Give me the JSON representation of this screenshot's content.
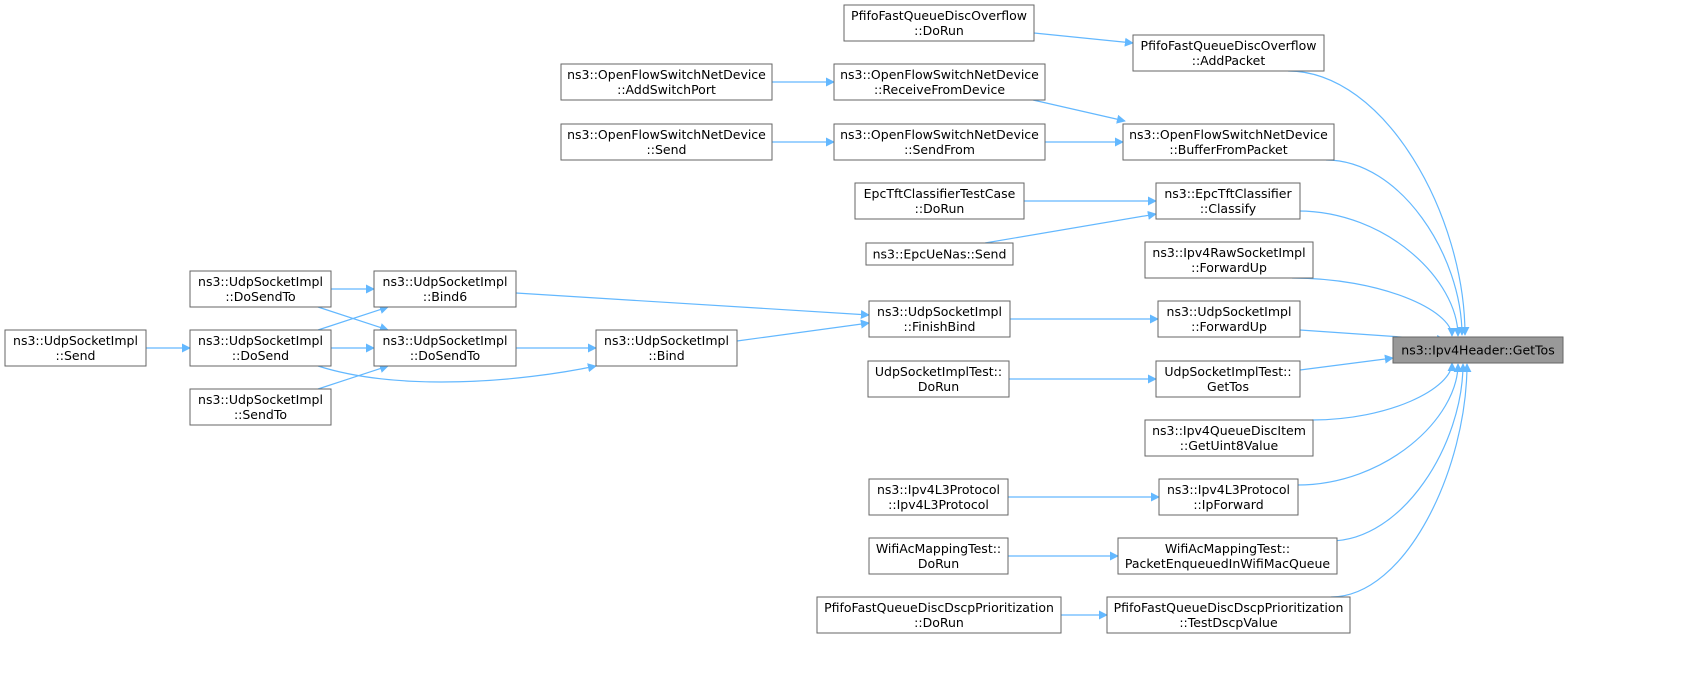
{
  "colors": {
    "edge": "#63b8ff",
    "node_border": "#666666",
    "node_fill": "#ffffff",
    "root_fill": "#999999",
    "text": "#000000"
  },
  "nodes": [
    {
      "id": "root",
      "lines": [
        "ns3::Ipv4Header::GetTos"
      ],
      "root": true
    },
    {
      "id": "pfifoOverflowAdd",
      "lines": [
        "PfifoFastQueueDiscOverflow",
        "::AddPacket"
      ]
    },
    {
      "id": "pfifoOverflowRun",
      "lines": [
        "PfifoFastQueueDiscOverflow",
        "::DoRun"
      ]
    },
    {
      "id": "ofBuffer",
      "lines": [
        "ns3::OpenFlowSwitchNetDevice",
        "::BufferFromPacket"
      ]
    },
    {
      "id": "ofReceive",
      "lines": [
        "ns3::OpenFlowSwitchNetDevice",
        "::ReceiveFromDevice"
      ]
    },
    {
      "id": "ofAddPort",
      "lines": [
        "ns3::OpenFlowSwitchNetDevice",
        "::AddSwitchPort"
      ]
    },
    {
      "id": "ofSendFrom",
      "lines": [
        "ns3::OpenFlowSwitchNetDevice",
        "::SendFrom"
      ]
    },
    {
      "id": "ofSend",
      "lines": [
        "ns3::OpenFlowSwitchNetDevice",
        "::Send"
      ]
    },
    {
      "id": "epcClassify",
      "lines": [
        "ns3::EpcTftClassifier",
        "::Classify"
      ]
    },
    {
      "id": "epcTestRun",
      "lines": [
        "EpcTftClassifierTestCase",
        "::DoRun"
      ]
    },
    {
      "id": "epcUeSend",
      "lines": [
        "ns3::EpcUeNas::Send"
      ]
    },
    {
      "id": "rawForward",
      "lines": [
        "ns3::Ipv4RawSocketImpl",
        "::ForwardUp"
      ]
    },
    {
      "id": "udpForward",
      "lines": [
        "ns3::UdpSocketImpl",
        "::ForwardUp"
      ]
    },
    {
      "id": "udpFinishBind",
      "lines": [
        "ns3::UdpSocketImpl",
        "::FinishBind"
      ]
    },
    {
      "id": "udpBind6",
      "lines": [
        "ns3::UdpSocketImpl",
        "::Bind6"
      ]
    },
    {
      "id": "udpBind",
      "lines": [
        "ns3::UdpSocketImpl",
        "::Bind"
      ]
    },
    {
      "id": "udpDoSendToA",
      "lines": [
        "ns3::UdpSocketImpl",
        "::DoSendTo"
      ]
    },
    {
      "id": "udpDoSendToB",
      "lines": [
        "ns3::UdpSocketImpl",
        "::DoSendTo"
      ]
    },
    {
      "id": "udpDoSend",
      "lines": [
        "ns3::UdpSocketImpl",
        "::DoSend"
      ]
    },
    {
      "id": "udpSendTo",
      "lines": [
        "ns3::UdpSocketImpl",
        "::SendTo"
      ]
    },
    {
      "id": "udpSend",
      "lines": [
        "ns3::UdpSocketImpl",
        "::Send"
      ]
    },
    {
      "id": "udpTestGetTos",
      "lines": [
        "UdpSocketImplTest::",
        "GetTos"
      ]
    },
    {
      "id": "udpTestRun",
      "lines": [
        "UdpSocketImplTest::",
        "DoRun"
      ]
    },
    {
      "id": "queueItem",
      "lines": [
        "ns3::Ipv4QueueDiscItem",
        "::GetUint8Value"
      ]
    },
    {
      "id": "ipForward",
      "lines": [
        "ns3::Ipv4L3Protocol",
        "::IpForward"
      ]
    },
    {
      "id": "ipCtor",
      "lines": [
        "ns3::Ipv4L3Protocol",
        "::Ipv4L3Protocol"
      ]
    },
    {
      "id": "wifiEnqueued",
      "lines": [
        "WifiAcMappingTest::",
        "PacketEnqueuedInWifiMacQueue"
      ]
    },
    {
      "id": "wifiRun",
      "lines": [
        "WifiAcMappingTest::",
        "DoRun"
      ]
    },
    {
      "id": "pfifoDscpTest",
      "lines": [
        "PfifoFastQueueDiscDscpPrioritization",
        "::TestDscpValue"
      ]
    },
    {
      "id": "pfifoDscpRun",
      "lines": [
        "PfifoFastQueueDiscDscpPrioritization",
        "::DoRun"
      ]
    }
  ],
  "edges": [
    {
      "from": "pfifoOverflowAdd",
      "to": "root"
    },
    {
      "from": "ofBuffer",
      "to": "root"
    },
    {
      "from": "epcClassify",
      "to": "root"
    },
    {
      "from": "rawForward",
      "to": "root"
    },
    {
      "from": "udpForward",
      "to": "root"
    },
    {
      "from": "udpTestGetTos",
      "to": "root"
    },
    {
      "from": "queueItem",
      "to": "root"
    },
    {
      "from": "ipForward",
      "to": "root"
    },
    {
      "from": "wifiEnqueued",
      "to": "root"
    },
    {
      "from": "pfifoDscpTest",
      "to": "root"
    },
    {
      "from": "pfifoOverflowRun",
      "to": "pfifoOverflowAdd"
    },
    {
      "from": "ofReceive",
      "to": "ofBuffer"
    },
    {
      "from": "ofSendFrom",
      "to": "ofBuffer"
    },
    {
      "from": "ofAddPort",
      "to": "ofReceive"
    },
    {
      "from": "ofSend",
      "to": "ofSendFrom"
    },
    {
      "from": "epcTestRun",
      "to": "epcClassify"
    },
    {
      "from": "epcUeSend",
      "to": "epcClassify"
    },
    {
      "from": "udpFinishBind",
      "to": "udpForward"
    },
    {
      "from": "udpBind6",
      "to": "udpFinishBind"
    },
    {
      "from": "udpBind",
      "to": "udpFinishBind"
    },
    {
      "from": "udpDoSendToA",
      "to": "udpBind6"
    },
    {
      "from": "udpDoSend",
      "to": "udpBind6"
    },
    {
      "from": "udpDoSendToB",
      "to": "udpBind"
    },
    {
      "from": "udpDoSend",
      "to": "udpBind"
    },
    {
      "from": "udpDoSendToA",
      "to": "udpDoSendToB"
    },
    {
      "from": "udpDoSend",
      "to": "udpDoSendToB"
    },
    {
      "from": "udpSendTo",
      "to": "udpDoSendToB"
    },
    {
      "from": "udpSend",
      "to": "udpDoSend"
    },
    {
      "from": "udpTestRun",
      "to": "udpTestGetTos"
    },
    {
      "from": "ipCtor",
      "to": "ipForward"
    },
    {
      "from": "wifiRun",
      "to": "wifiEnqueued"
    },
    {
      "from": "pfifoDscpRun",
      "to": "pfifoDscpTest"
    }
  ]
}
